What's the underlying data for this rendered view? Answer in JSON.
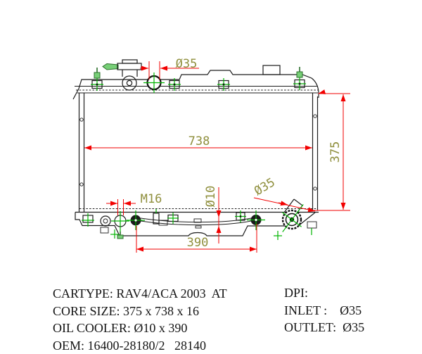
{
  "window": {
    "background": "#ffffff"
  },
  "drawing": {
    "type": "radiator-technical-drawing",
    "labels": {
      "inlet_diameter": "Ø35",
      "core_width": "738",
      "core_height": "375",
      "drain_plug_thread": "M16",
      "oil_cooler_pipe_diameter": "Ø10",
      "outlet_diameter": "Ø35",
      "oil_cooler_length": "390"
    },
    "colors": {
      "outline": "#1c1c1c",
      "dimension_line": "#f20000",
      "dimension_text": "#8f8f3d",
      "marker_green": "#00b400"
    }
  },
  "specs": {
    "left": [
      {
        "text": "CARTYPE: RAV4/ACA 2003  AT"
      },
      {
        "text": "CORE SIZE: 375 x 738 x 16"
      },
      {
        "text": "OIL COOLER: Ø10 x 390"
      },
      {
        "text": "OEM: 16400-28180/2   28140"
      }
    ],
    "right": [
      {
        "text": "DPI:"
      },
      {
        "text": "INLET :    Ø35"
      },
      {
        "text": "OUTLET:  Ø35"
      }
    ]
  }
}
